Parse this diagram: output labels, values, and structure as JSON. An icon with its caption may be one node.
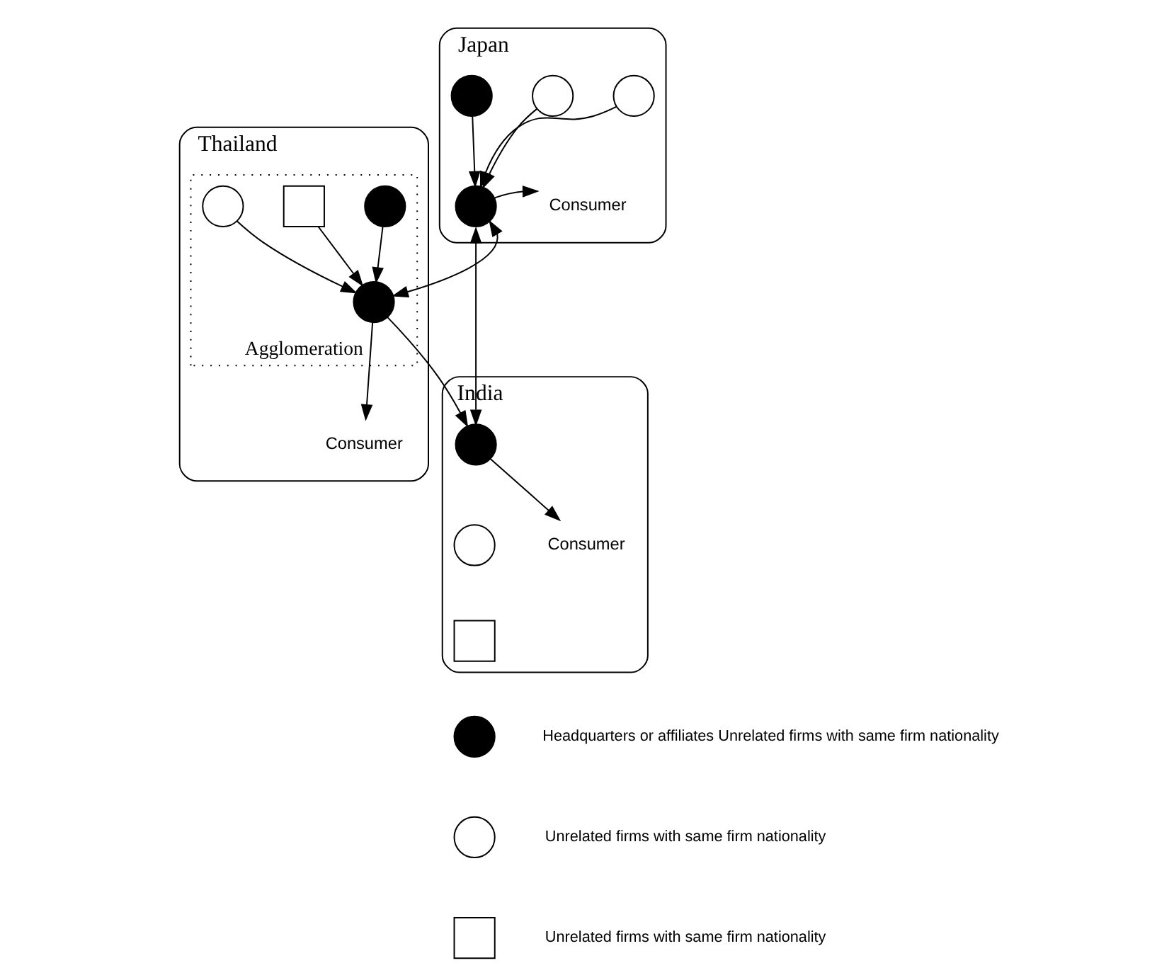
{
  "diagram": {
    "nodes": [
      {
        "text": [
          "Japan"
        ]
      },
      {
        "text": [],
        "shape": "circle",
        "in": 0
      },
      {
        "text": [],
        "shape": "circle",
        "in": 0
      },
      {
        "text": [],
        "shape": "circle",
        "in": 0
      },
      {
        "text": [],
        "shape": "circle",
        "in": 0
      },
      {
        "text": [
          "Consumer"
        ],
        "in": 0
      },
      {
        "text": [
          "Thailand"
        ]
      },
      {
        "text": [
          "Agglomeration"
        ],
        "in": 6
      },
      {
        "text": [],
        "shape": "circle",
        "in": 7
      },
      {
        "text": [],
        "shape": "circle",
        "in": 7
      },
      {
        "text": [],
        "shape": "circle",
        "in": 7
      },
      {
        "text": [],
        "shape": "box",
        "in": 7
      },
      {
        "text": [
          "Consumer"
        ],
        "in": 6
      },
      {
        "text": [
          "India"
        ]
      },
      {
        "text": [],
        "shape": "circle",
        "in": 13
      },
      {
        "text": [],
        "shape": "circle",
        "in": 13
      },
      {
        "text": [],
        "shape": "box",
        "in": 13
      },
      {
        "text": [
          "Consumer"
        ],
        "in": 13
      },
      {
        "text": [],
        "shape": "circle",
        "beside": [
          "Headquarters or affiliates Unrelated firms with same firm nationality"
        ]
      },
      {
        "text": [],
        "shape": "circle",
        "beside": [
          "Unrelated firms with same firm nationality"
        ]
      },
      {
        "text": [],
        "shape": "box",
        "beside": [
          "Unrelated firms with same firm nationality"
        ]
      }
    ],
    "edges": [
      {
        "from": 1,
        "to": 4,
        "arrow": "to"
      },
      {
        "from": 2,
        "to": 4,
        "arrow": "to"
      },
      {
        "from": 3,
        "to": 4,
        "arrow": "to"
      },
      {
        "from": 4,
        "to": 5,
        "arrow": "to"
      },
      {
        "from": 4,
        "to": 8,
        "arrow": "both"
      },
      {
        "from": 4,
        "to": 14,
        "arrow": "both"
      },
      {
        "from": 8,
        "to": 14,
        "arrow": "to"
      },
      {
        "from": 8,
        "to": 12,
        "arrow": "to"
      },
      {
        "from": 9,
        "to": 8,
        "arrow": "to"
      },
      {
        "from": 10,
        "to": 8,
        "arrow": "to"
      },
      {
        "from": 11,
        "to": 8,
        "arrow": "to"
      },
      {
        "from": 14,
        "to": 17,
        "arrow": "to"
      }
    ]
  }
}
